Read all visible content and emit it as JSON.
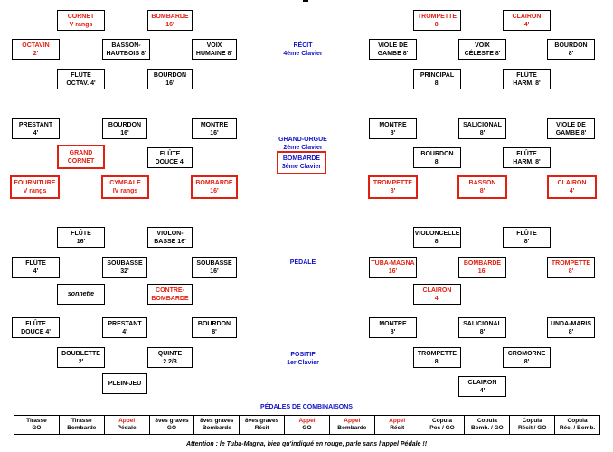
{
  "recit": {
    "label": [
      "RÉCIT",
      "4ème Clavier"
    ],
    "stops": {
      "cornet": [
        "CORNET",
        "V rangs"
      ],
      "bombarde16": [
        "BOMBARDE",
        "16'"
      ],
      "octavin": [
        "OCTAVIN",
        "2'"
      ],
      "basson_hautbois": [
        "BASSON-",
        "HAUTBOIS 8'"
      ],
      "voix_humaine": [
        "VOIX",
        "HUMAINE 8'"
      ],
      "flute_octav": [
        "FLÛTE",
        "OCTAV. 4'"
      ],
      "bourdon16": [
        "BOURDON",
        "16'"
      ],
      "trompette": [
        "TROMPETTE",
        "8'"
      ],
      "clairon": [
        "CLAIRON",
        "4'"
      ],
      "viole_gambe": [
        "VIOLE DE",
        "GAMBE 8'"
      ],
      "voix_celeste": [
        "VOIX",
        "CÉLESTE 8'"
      ],
      "bourdon8": [
        "BOURDON",
        "8'"
      ],
      "principal": [
        "PRINCIPAL",
        "8'"
      ],
      "flute_harm": [
        "FLÛTE",
        "HARM. 8'"
      ]
    }
  },
  "grand_orgue": {
    "label": [
      "GRAND-ORGUE",
      "2ème Clavier"
    ],
    "bombarde_label": [
      "BOMBARDE",
      "3ème Clavier"
    ],
    "stops": {
      "prestant": [
        "PRESTANT",
        "4'"
      ],
      "bourdon16": [
        "BOURDON",
        "16'"
      ],
      "montre16": [
        "MONTRE",
        "16'"
      ],
      "grand_cornet": [
        "GRAND",
        "CORNET"
      ],
      "flute_douce": [
        "FLÛTE",
        "DOUCE 4'"
      ],
      "fourniture": [
        "FOURNITURE",
        "V rangs"
      ],
      "cymbale": [
        "CYMBALE",
        "IV rangs"
      ],
      "bombarde16": [
        "BOMBARDE",
        "16'"
      ],
      "montre8": [
        "MONTRE",
        "8'"
      ],
      "salicional": [
        "SALICIONAL",
        "8'"
      ],
      "viole_gambe": [
        "VIOLE DE",
        "GAMBE 8'"
      ],
      "bourdon8": [
        "BOURDON",
        "8'"
      ],
      "flute_harm": [
        "FLÛTE",
        "HARM. 8'"
      ],
      "trompette": [
        "TROMPETTE",
        "8'"
      ],
      "basson": [
        "BASSON",
        "8'"
      ],
      "clairon": [
        "CLAIRON",
        "4'"
      ]
    }
  },
  "pedale": {
    "label": [
      "PÉDALE"
    ],
    "stops": {
      "flute16": [
        "FLÛTE",
        "16'"
      ],
      "violonbasse": [
        "VIOLON-",
        "BASSE 16'"
      ],
      "flute4": [
        "FLÛTE",
        "4'"
      ],
      "soubasse32": [
        "SOUBASSE",
        "32'"
      ],
      "soubasse16": [
        "SOUBASSE",
        "16'"
      ],
      "sonnette": [
        "sonnette"
      ],
      "contrebombarde": [
        "CONTRE-",
        "BOMBARDE"
      ],
      "violoncelle": [
        "VIOLONCELLE",
        "8'"
      ],
      "flute8": [
        "FLÛTE",
        "8'"
      ],
      "tuba_magna": [
        "TUBA-MAGNA",
        "16'"
      ],
      "bombarde16": [
        "BOMBARDE",
        "16'"
      ],
      "trompette": [
        "TROMPETTE",
        "8'"
      ],
      "clairon": [
        "CLAIRON",
        "4'"
      ]
    }
  },
  "positif": {
    "label": [
      "POSITIF",
      "1er Clavier"
    ],
    "stops": {
      "flute_douce": [
        "FLÛTE",
        "DOUCE 4'"
      ],
      "prestant": [
        "PRESTANT",
        "4'"
      ],
      "bourdon8": [
        "BOURDON",
        "8'"
      ],
      "doublette": [
        "DOUBLETTE",
        "2'"
      ],
      "quinte": [
        "QUINTE",
        "2 2/3"
      ],
      "plein_jeu": [
        "PLEIN-JEU"
      ],
      "montre": [
        "MONTRE",
        "8'"
      ],
      "salicional": [
        "SALICIONAL",
        "8'"
      ],
      "unda_maris": [
        "UNDA-MARIS",
        "8'"
      ],
      "trompette": [
        "TROMPETTE",
        "8'"
      ],
      "cromorne": [
        "CROMORNE",
        "8'"
      ],
      "clairon": [
        "CLAIRON",
        "4'"
      ]
    }
  },
  "combinaisons": {
    "title": "PÉDALES DE COMBINAISONS",
    "pedals": [
      [
        "Tirasse",
        "GO"
      ],
      [
        "Tirasse",
        "Bombarde"
      ],
      [
        "Appel",
        "Pédale"
      ],
      [
        "8ves graves",
        "GO"
      ],
      [
        "8ves graves",
        "Bombarde"
      ],
      [
        "8ves graves",
        "Récit"
      ],
      [
        "Appel",
        "GO"
      ],
      [
        "Appel",
        "Bombarde"
      ],
      [
        "Appel",
        "Récit"
      ],
      [
        "Copula",
        "Pos / GO"
      ],
      [
        "Copula",
        "Bomb. / GO"
      ],
      [
        "Copula",
        "Récit / GO"
      ],
      [
        "Copula",
        "Réc. / Bomb."
      ]
    ]
  },
  "warning": "Attention : le Tuba-Magna, bien qu'indiqué en rouge, parle sans l'appel Pédale !!",
  "colors": {
    "reed_red": "#e02010",
    "division_blue": "#1010c8",
    "text": "#000000"
  }
}
